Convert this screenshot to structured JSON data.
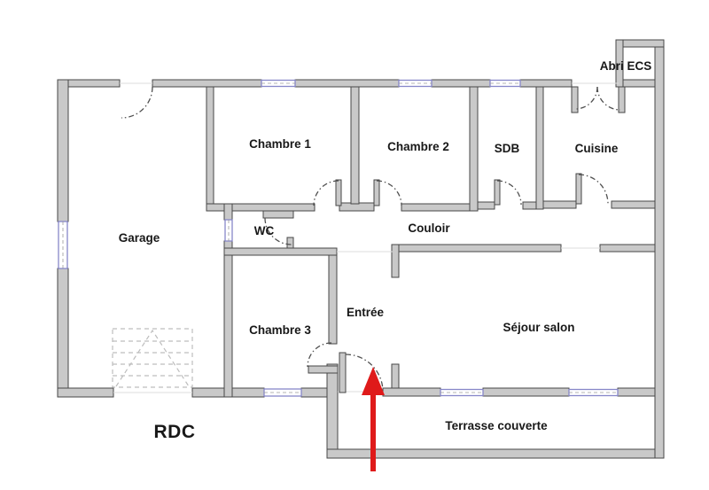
{
  "plan": {
    "floor_label": "RDC",
    "rooms": [
      {
        "id": "garage",
        "label": "Garage"
      },
      {
        "id": "chambre1",
        "label": "Chambre 1"
      },
      {
        "id": "chambre2",
        "label": "Chambre 2"
      },
      {
        "id": "sdb",
        "label": "SDB"
      },
      {
        "id": "cuisine",
        "label": "Cuisine"
      },
      {
        "id": "abri-ecs",
        "label": "Abri ECS"
      },
      {
        "id": "wc",
        "label": "WC"
      },
      {
        "id": "couloir",
        "label": "Couloir"
      },
      {
        "id": "chambre3",
        "label": "Chambre 3"
      },
      {
        "id": "entree",
        "label": "Entrée"
      },
      {
        "id": "sejour",
        "label": "Séjour salon"
      },
      {
        "id": "terrasse",
        "label": "Terrasse couverte"
      }
    ],
    "annotations": {
      "entrance_arrow": {
        "shape": "up-arrow",
        "color": "#df1a1a",
        "points_to": "Entrée"
      }
    },
    "colors": {
      "wall_fill": "#c9c9c9",
      "wall_outline": "#474747",
      "window": "#8787c9",
      "door_arc": "#4f4f4f",
      "stairs": "#bdbdbd",
      "label_text": "#181818",
      "arrow": "#df1a1a",
      "background": "#ffffff"
    }
  }
}
